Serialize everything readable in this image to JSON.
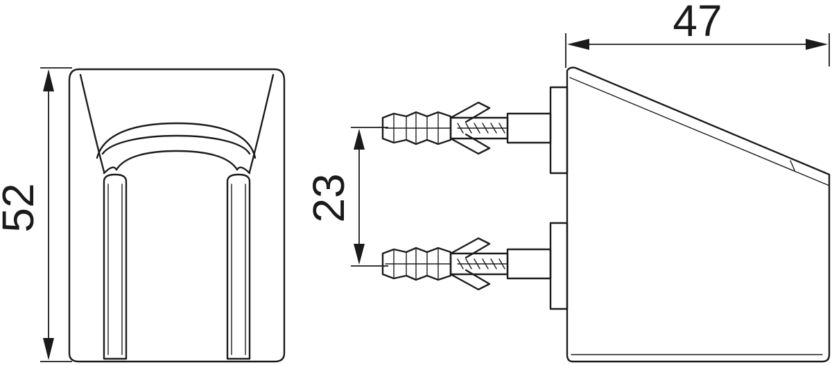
{
  "dimensions": {
    "height": "52",
    "width": "47",
    "spacing": "23"
  }
}
